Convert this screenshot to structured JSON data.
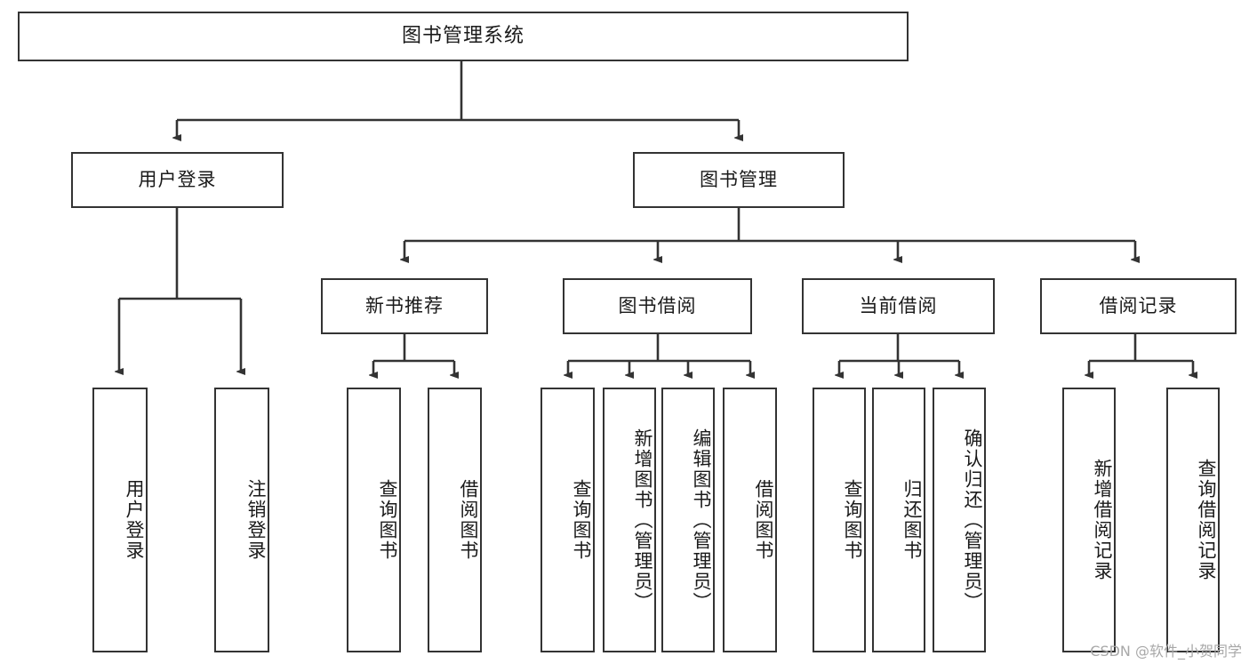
{
  "diagram": {
    "title": "图书管理系统",
    "type": "tree-hierarchy-chart",
    "watermark": "CSDN @软件_小贺同学",
    "colors": {
      "box_border": "#333333",
      "box_fill": "#ffffff",
      "edge": "#333333",
      "text": "#1a1a1a",
      "watermark": "#a8a8a8",
      "background": "#ffffff"
    },
    "root": {
      "label": "图书管理系统"
    },
    "level1": [
      {
        "label": "用户登录"
      },
      {
        "label": "图书管理"
      }
    ],
    "level2": [
      {
        "label": "新书推荐"
      },
      {
        "label": "图书借阅"
      },
      {
        "label": "当前借阅"
      },
      {
        "label": "借阅记录"
      }
    ],
    "leaves": {
      "user_login": [
        {
          "label": "用户登录"
        },
        {
          "label": "注销登录"
        }
      ],
      "new_book_recommend": [
        {
          "label": "查询图书"
        },
        {
          "label": "借阅图书"
        }
      ],
      "book_borrow": [
        {
          "label": "查询图书"
        },
        {
          "label": "新增图书（管理员）"
        },
        {
          "label": "编辑图书（管理员）"
        },
        {
          "label": "借阅图书"
        }
      ],
      "current_borrow": [
        {
          "label": "查询图书"
        },
        {
          "label": "归还图书"
        },
        {
          "label": "确认归还（管理员）"
        }
      ],
      "borrow_records": [
        {
          "label": "新增借阅记录"
        },
        {
          "label": "查询借阅记录"
        }
      ]
    }
  }
}
